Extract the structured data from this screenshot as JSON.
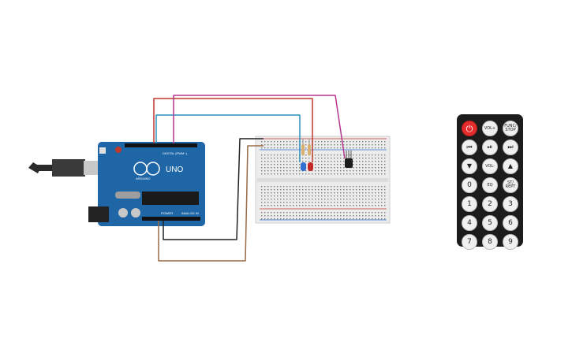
{
  "arduino": {
    "model_label": "UNO",
    "brand_label": "ARDUINO",
    "digital_label": "DIGITAL (PWM~)",
    "power_label": "POWER",
    "analog_label": "ANALOG IN"
  },
  "remote": {
    "rows": [
      [
        {
          "label": "⏻",
          "name": "power-button",
          "kind": "power"
        },
        {
          "label": "VOL+",
          "name": "vol-up-button",
          "kind": "small"
        },
        {
          "label": "FUNC/ STOP",
          "name": "func-stop-button",
          "kind": "small"
        }
      ],
      [
        {
          "label": "⏮",
          "name": "rewind-button",
          "kind": "sym"
        },
        {
          "label": "⏯",
          "name": "play-pause-button",
          "kind": "sym"
        },
        {
          "label": "⏭",
          "name": "fast-forward-button",
          "kind": "sym"
        }
      ],
      [
        {
          "label": "▼",
          "name": "down-button",
          "kind": "sym"
        },
        {
          "label": "VOL-",
          "name": "vol-down-button",
          "kind": "small"
        },
        {
          "label": "▲",
          "name": "up-button",
          "kind": "sym"
        }
      ],
      [
        {
          "label": "0",
          "name": "key-0-button",
          "kind": "num"
        },
        {
          "label": "EQ",
          "name": "eq-button",
          "kind": "small"
        },
        {
          "label": "ST/ REPT",
          "name": "st-rept-button",
          "kind": "small"
        }
      ],
      [
        {
          "label": "1",
          "name": "key-1-button",
          "kind": "num"
        },
        {
          "label": "2",
          "name": "key-2-button",
          "kind": "num"
        },
        {
          "label": "3",
          "name": "key-3-button",
          "kind": "num"
        }
      ],
      [
        {
          "label": "4",
          "name": "key-4-button",
          "kind": "num"
        },
        {
          "label": "5",
          "name": "key-5-button",
          "kind": "num"
        },
        {
          "label": "6",
          "name": "key-6-button",
          "kind": "num"
        }
      ],
      [
        {
          "label": "7",
          "name": "key-7-button",
          "kind": "num"
        },
        {
          "label": "8",
          "name": "key-8-button",
          "kind": "num"
        },
        {
          "label": "9",
          "name": "key-9-button",
          "kind": "num"
        }
      ]
    ]
  },
  "colors": {
    "board": "#1f66a6",
    "breadboard": "#ececec",
    "wire_red": "#c0392b",
    "wire_blue": "#2a8fbd",
    "wire_magenta": "#b8358f",
    "wire_black": "#222222",
    "wire_brown": "#9a6b45",
    "led_blue": "#2f6fd1",
    "led_red": "#c62828",
    "remote_body": "#1c1c1c"
  }
}
